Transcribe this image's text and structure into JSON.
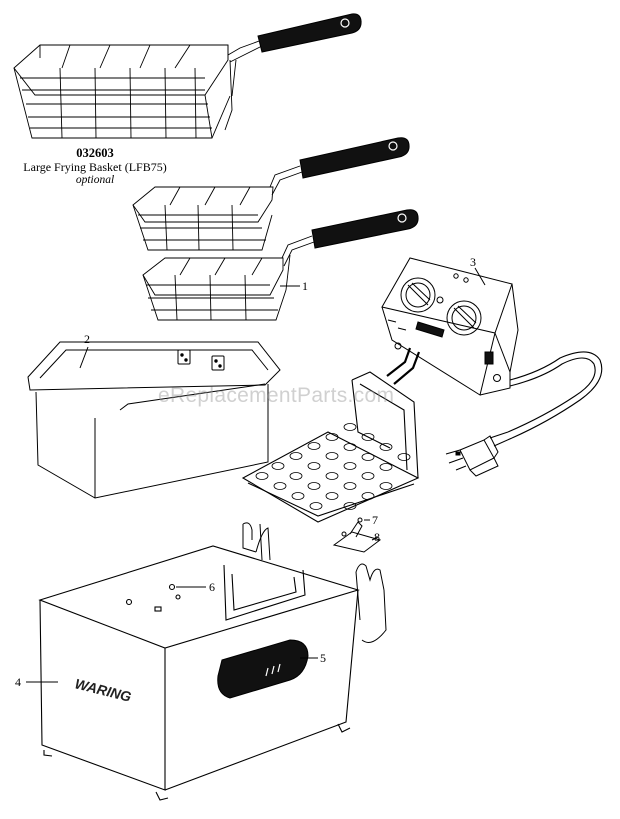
{
  "optional_part": {
    "part_number": "032603",
    "name": "Large Frying Basket (LFB75)",
    "note": "optional"
  },
  "callouts": [
    "1",
    "2",
    "3",
    "4",
    "5",
    "6",
    "7",
    "8"
  ],
  "brand": "WARING",
  "watermark": "eReplacementParts.com",
  "colors": {
    "line": "#000000",
    "handle": "#111111",
    "background": "#ffffff",
    "watermark": "#999999"
  }
}
